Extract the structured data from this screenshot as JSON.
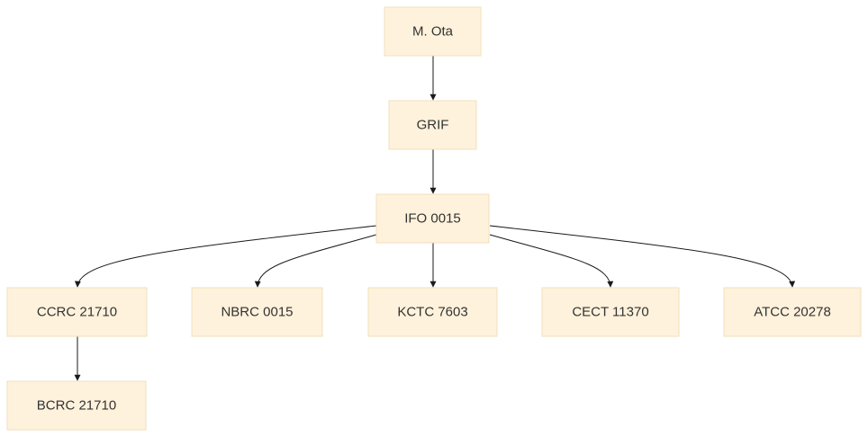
{
  "diagram": {
    "type": "tree",
    "colors": {
      "node_fill": "#fff2dc",
      "node_border": "#f0e0bd",
      "edge": "#1a1a1a",
      "text": "#333333"
    },
    "nodes": [
      {
        "id": "m-ota",
        "label": "M. Ota"
      },
      {
        "id": "grif",
        "label": "GRIF"
      },
      {
        "id": "ifo-0015",
        "label": "IFO 0015"
      },
      {
        "id": "ccrc-21710",
        "label": "CCRC 21710"
      },
      {
        "id": "nbrc-0015",
        "label": "NBRC 0015"
      },
      {
        "id": "kctc-7603",
        "label": "KCTC 7603"
      },
      {
        "id": "cect-11370",
        "label": "CECT 11370"
      },
      {
        "id": "atcc-20278",
        "label": "ATCC 20278"
      },
      {
        "id": "bcrc-21710",
        "label": "BCRC 21710"
      }
    ],
    "edges": [
      {
        "from": "m-ota",
        "to": "grif"
      },
      {
        "from": "grif",
        "to": "ifo-0015"
      },
      {
        "from": "ifo-0015",
        "to": "ccrc-21710"
      },
      {
        "from": "ifo-0015",
        "to": "nbrc-0015"
      },
      {
        "from": "ifo-0015",
        "to": "kctc-7603"
      },
      {
        "from": "ifo-0015",
        "to": "cect-11370"
      },
      {
        "from": "ifo-0015",
        "to": "atcc-20278"
      },
      {
        "from": "ccrc-21710",
        "to": "bcrc-21710"
      }
    ]
  }
}
